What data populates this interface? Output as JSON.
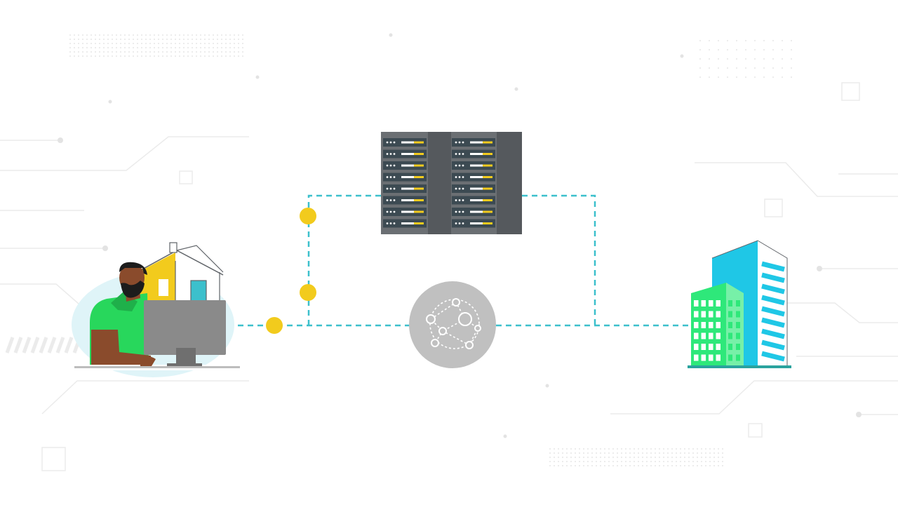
{
  "diagram": {
    "nodes": [
      {
        "id": "remote-worker",
        "icon": "person-at-computer-home-icon"
      },
      {
        "id": "data-center",
        "icon": "server-racks-icon"
      },
      {
        "id": "network",
        "icon": "network-globe-icon"
      },
      {
        "id": "office",
        "icon": "office-buildings-icon"
      }
    ],
    "connections": [
      {
        "from": "remote-worker",
        "to": "network",
        "style": "dashed"
      },
      {
        "from": "network",
        "to": "office",
        "style": "dashed"
      },
      {
        "from": "remote-worker",
        "to": "data-center",
        "style": "dashed"
      },
      {
        "from": "data-center",
        "to": "office",
        "style": "dashed"
      }
    ],
    "traffic_markers": 3
  },
  "colors": {
    "line": "#3cc0cc",
    "marker": "#f2cb1d",
    "server": "#5f6368",
    "server_slot": "#3c4a52",
    "server_light": "#f2cb1d",
    "hub": "#c0c0c0",
    "shirt": "#28d75c",
    "skin": "#8a4b2c",
    "hair": "#1c1c1c",
    "monitor": "#8a8a8a",
    "house_yellow": "#f2cb1d",
    "house_teal": "#3cc0cc",
    "building_cyan": "#1fc7e6",
    "building_green": "#2ee87a",
    "bg_lines": "#ebebeb",
    "bg_halo": "#dff4f8"
  }
}
